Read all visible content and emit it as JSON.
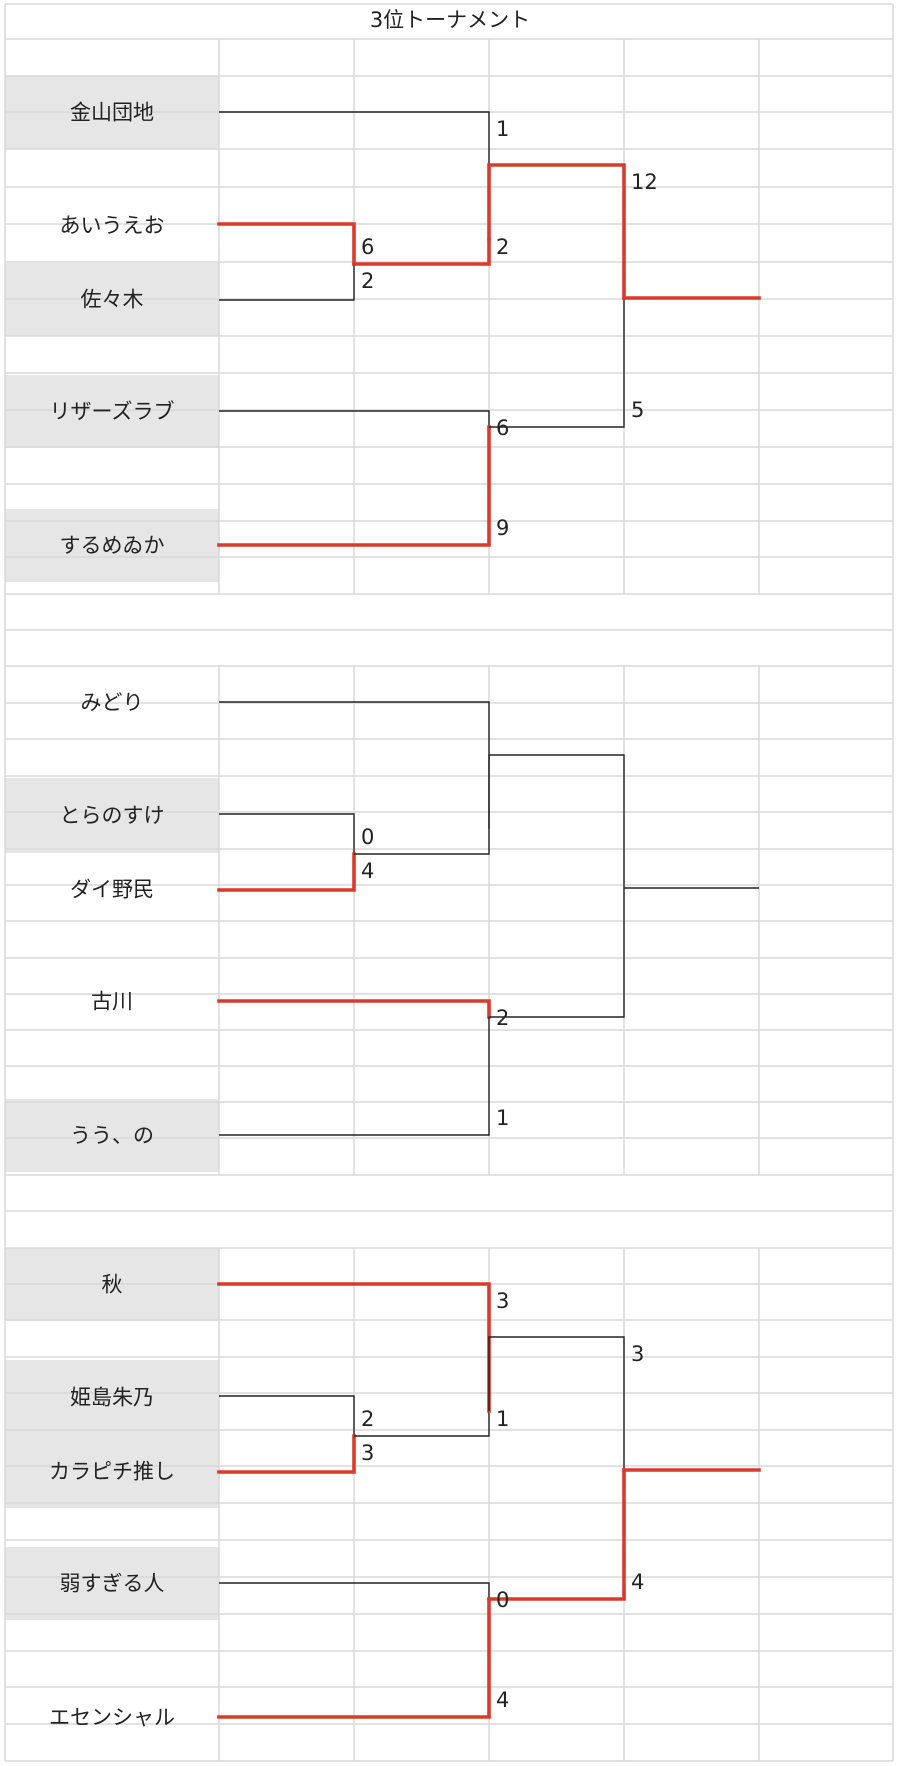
{
  "title": "3位トーナメント",
  "colors": {
    "shade": "#e6e6e6",
    "grid": "#d9d9d9",
    "winner": "#d93a2b",
    "line": "#222222"
  },
  "blocks": [
    {
      "entries": [
        {
          "name": "金山団地",
          "shaded": true
        },
        {
          "name": "あいうえお",
          "shaded": false
        },
        {
          "name": "佐々木",
          "shaded": true
        },
        {
          "name": "リザーズラブ",
          "shaded": true
        },
        {
          "name": "するめゐか",
          "shaded": true
        }
      ],
      "scores": {
        "r1_top": "6",
        "r1_bottom": "2",
        "r2a_top": "1",
        "r2a_bottom": "2",
        "r2b_top": "6",
        "r2b_bottom": "9",
        "final_top": "12",
        "final_bottom": "5"
      },
      "winners": {
        "r1": "top",
        "r2a": "bottom",
        "r2b": "bottom",
        "final": "top"
      }
    },
    {
      "entries": [
        {
          "name": "みどり",
          "shaded": false
        },
        {
          "name": "とらのすけ",
          "shaded": true
        },
        {
          "name": "ダイ野民",
          "shaded": false
        },
        {
          "name": "古川",
          "shaded": false
        },
        {
          "name": "うう、の",
          "shaded": true
        }
      ],
      "scores": {
        "r1_top": "0",
        "r1_bottom": "4",
        "r2a_top": "",
        "r2a_bottom": "",
        "r2b_top": "2",
        "r2b_bottom": "1",
        "final_top": "",
        "final_bottom": ""
      },
      "winners": {
        "r1": "bottom",
        "r2a": "",
        "r2b": "top",
        "final": ""
      }
    },
    {
      "entries": [
        {
          "name": "秋",
          "shaded": true
        },
        {
          "name": "姫島朱乃",
          "shaded": true
        },
        {
          "name": "カラピチ推し",
          "shaded": true
        },
        {
          "name": "弱すぎる人",
          "shaded": true
        },
        {
          "name": "エセンシャル",
          "shaded": false
        }
      ],
      "scores": {
        "r1_top": "2",
        "r1_bottom": "3",
        "r2a_top": "3",
        "r2a_bottom": "1",
        "r2b_top": "0",
        "r2b_bottom": "4",
        "final_top": "3",
        "final_bottom": "4"
      },
      "winners": {
        "r1": "bottom",
        "r2a": "top",
        "r2b": "bottom",
        "final": "bottom"
      }
    }
  ]
}
